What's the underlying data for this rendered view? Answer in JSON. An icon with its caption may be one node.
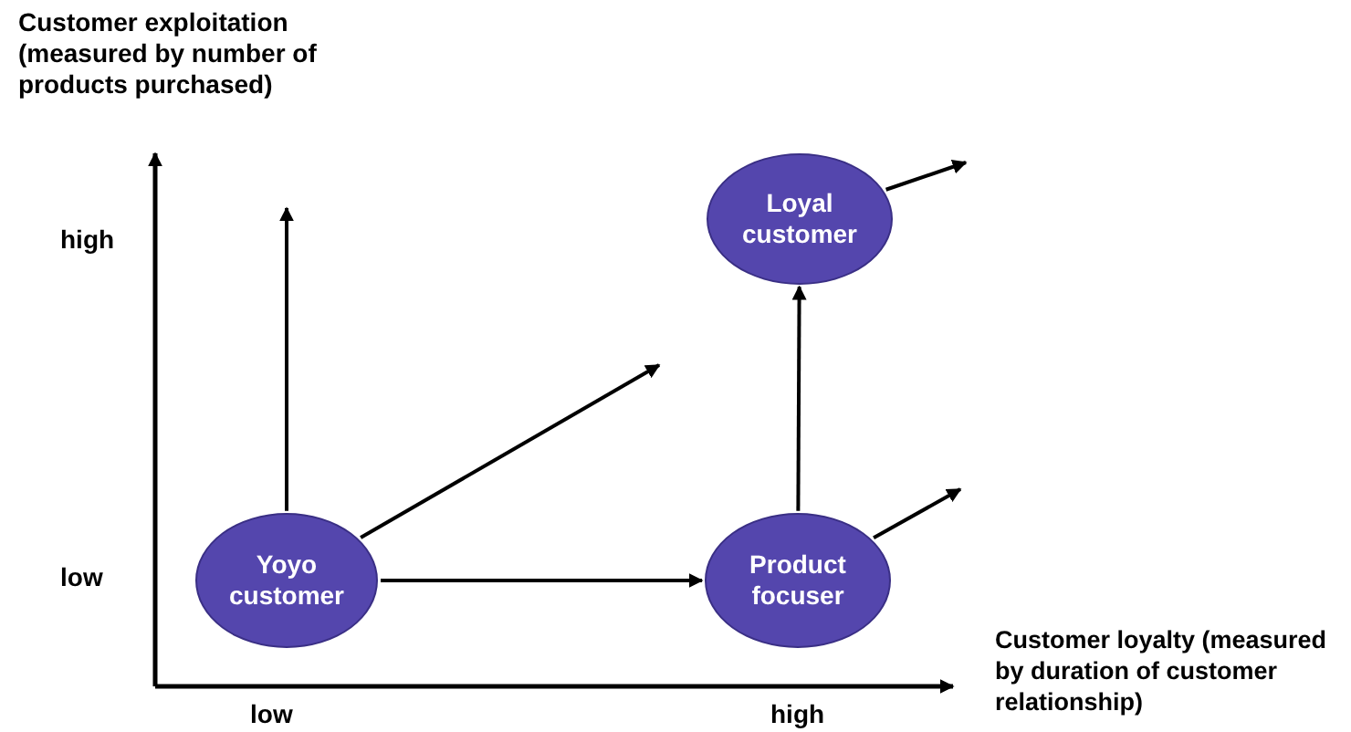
{
  "diagram": {
    "nodes": [
      {
        "text": [
          "Yoyo customer"
        ]
      },
      {
        "text": [
          "Product focuser"
        ]
      },
      {
        "text": [
          "Loyal customer"
        ]
      }
    ],
    "edges": [
      {
        "from": 0,
        "to": null,
        "arrow": "to"
      },
      {
        "from": 0,
        "to": null,
        "arrow": "to"
      },
      {
        "from": 0,
        "to": 1,
        "arrow": "to"
      },
      {
        "from": 1,
        "to": 2,
        "arrow": "to"
      },
      {
        "from": 1,
        "to": null,
        "arrow": "to"
      },
      {
        "from": 2,
        "to": null,
        "arrow": "to"
      }
    ],
    "labels": [
      "Customer exploitation (measured by number of products purchased)",
      "high",
      "low",
      "low",
      "high",
      "Customer loyalty (measured by duration of customer relationship)"
    ]
  }
}
